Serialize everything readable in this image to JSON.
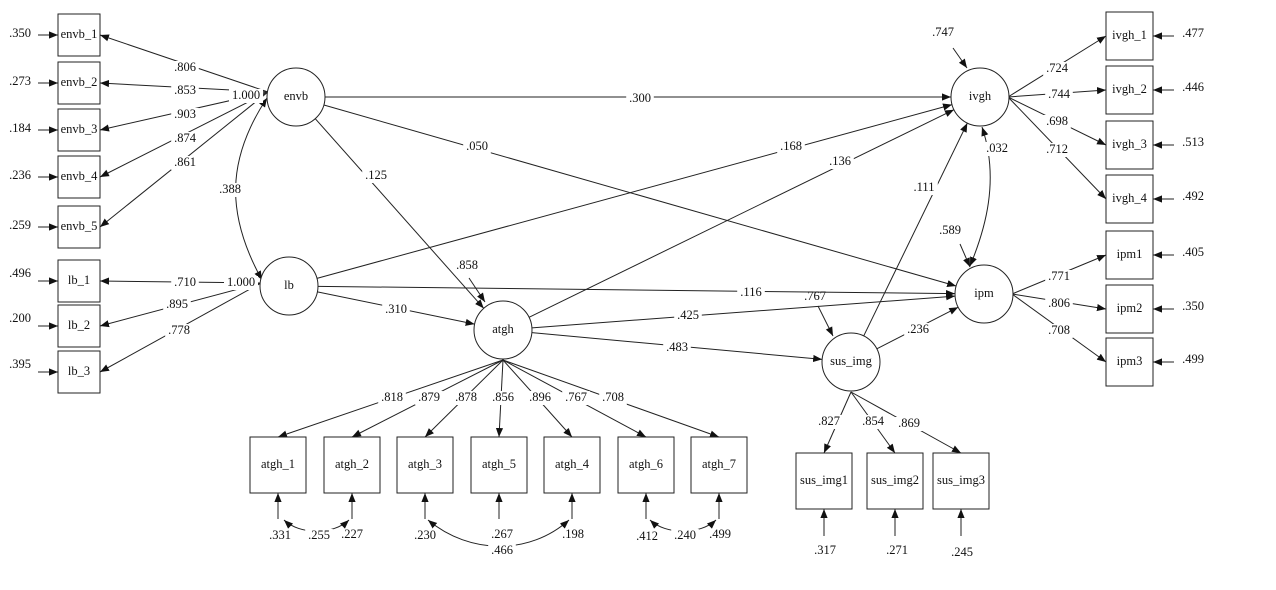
{
  "latent": {
    "envb": "envb",
    "lb": "lb",
    "atgh": "atgh",
    "sus_img": "sus_img",
    "ivgh": "ivgh",
    "ipm": "ipm"
  },
  "indicators": {
    "envb_1": "envb_1",
    "envb_2": "envb_2",
    "envb_3": "envb_3",
    "envb_4": "envb_4",
    "envb_5": "envb_5",
    "lb_1": "lb_1",
    "lb_2": "lb_2",
    "lb_3": "lb_3",
    "atgh_1": "atgh_1",
    "atgh_2": "atgh_2",
    "atgh_3": "atgh_3",
    "atgh_5": "atgh_5",
    "atgh_4": "atgh_4",
    "atgh_6": "atgh_6",
    "atgh_7": "atgh_7",
    "sus_img1": "sus_img1",
    "sus_img2": "sus_img2",
    "sus_img3": "sus_img3",
    "ivgh_1": "ivgh_1",
    "ivgh_2": "ivgh_2",
    "ivgh_3": "ivgh_3",
    "ivgh_4": "ivgh_4",
    "ipm1": "ipm1",
    "ipm2": "ipm2",
    "ipm3": "ipm3"
  },
  "error_values": {
    "envb_1": ".350",
    "envb_2": ".273",
    "envb_3": ".184",
    "envb_4": ".236",
    "envb_5": ".259",
    "lb_1": ".496",
    "lb_2": ".200",
    "lb_3": ".395",
    "atgh_1": ".331",
    "atgh_2": ".227",
    "atgh_3": ".230",
    "atgh_5": ".267",
    "atgh_4": ".198",
    "atgh_6": ".412",
    "atgh_7": ".499",
    "sus_img1": ".317",
    "sus_img2": ".271",
    "sus_img3": ".245",
    "ivgh_1": ".477",
    "ivgh_2": ".446",
    "ivgh_3": ".513",
    "ivgh_4": ".492",
    "ipm1": ".405",
    "ipm2": ".350",
    "ipm3": ".499"
  },
  "loadings": {
    "envb_1": ".806",
    "envb_2": ".853",
    "envb_3": ".903",
    "envb_4": ".874",
    "envb_5": ".861",
    "lb_1": ".710",
    "lb_2": ".895",
    "lb_3": ".778",
    "atgh_1": ".818",
    "atgh_2": ".879",
    "atgh_3": ".878",
    "atgh_5": ".856",
    "atgh_4": ".896",
    "atgh_6": ".767",
    "atgh_7": ".708",
    "sus_img1": ".827",
    "sus_img2": ".854",
    "sus_img3": ".869",
    "ivgh_1": ".724",
    "ivgh_2": ".744",
    "ivgh_3": ".698",
    "ivgh_4": ".712",
    "ipm1": ".771",
    "ipm2": ".806",
    "ipm3": ".708"
  },
  "variances": {
    "envb": "1.000",
    "lb": "1.000"
  },
  "r_squared": {
    "atgh": ".858",
    "sus_img": ".767",
    "ivgh": ".747",
    "ipm": ".589"
  },
  "paths": {
    "envb_ivgh": ".300",
    "envb_ipm": ".050",
    "envb_atgh": ".125",
    "lb_ivgh": ".168",
    "lb_ipm": ".116",
    "lb_atgh": ".310",
    "atgh_ivgh": ".136",
    "atgh_ipm": ".425",
    "atgh_sus_img": ".483",
    "sus_img_ivgh": ".111",
    "sus_img_ipm": ".236"
  },
  "covariances": {
    "envb_lb": ".388",
    "ivgh_ipm": ".032",
    "e_atgh_1_atgh_2": ".255",
    "e_atgh_3_atgh_4": ".466",
    "e_atgh_6_atgh_7": ".240"
  }
}
